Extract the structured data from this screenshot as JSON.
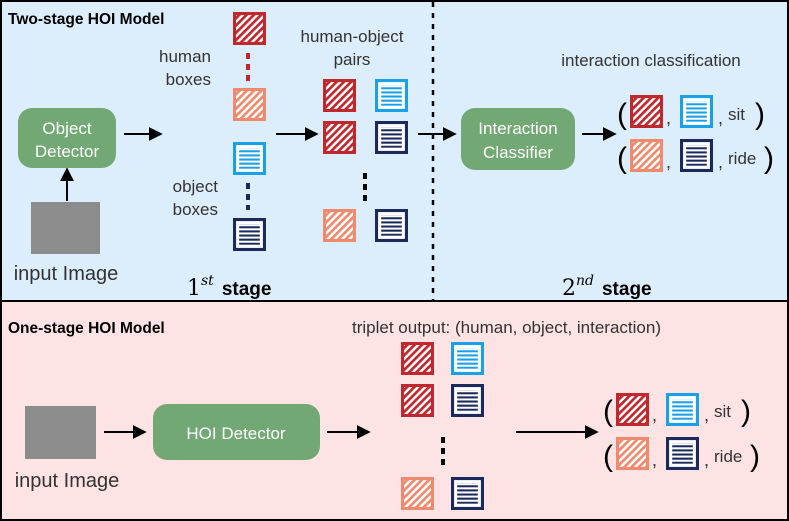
{
  "top": {
    "title": "Two-stage HOI Model",
    "object_detector_line1": "Object",
    "object_detector_line2": "Detector",
    "human_boxes_line1": "human",
    "human_boxes_line2": "boxes",
    "object_boxes_line1": "object",
    "object_boxes_line2": "boxes",
    "pairs_line1": "human-object",
    "pairs_line2": "pairs",
    "interaction_classification": "interaction classification",
    "classifier_line1": "Interaction",
    "classifier_line2": "Classifier",
    "input_label": "input Image",
    "stage1_num": "1",
    "stage1_sup": "st",
    "stage1_word": "stage",
    "stage2_num": "2",
    "stage2_sup": "nd",
    "stage2_word": "stage",
    "output1_verb": "sit",
    "output2_verb": "ride"
  },
  "bottom": {
    "title": "One-stage HOI Model",
    "triplet_label": "triplet output: (human, object, interaction)",
    "detector_label": "HOI Detector",
    "input_label": "input Image",
    "output1_verb": "sit",
    "output2_verb": "ride"
  },
  "colors": {
    "top_bg": "#dcedfb",
    "bottom_bg": "#fde3e3",
    "green_box": "#72a874",
    "human_dark": "#c0282d",
    "human_light": "#f08a6e",
    "object_light": "#1aa0e6",
    "object_dark": "#1b2a5a",
    "gray_image": "#8c8c8c"
  },
  "icons": {
    "human_box": "diagonal-hatch-square",
    "object_box": "horizontal-stripe-square"
  }
}
